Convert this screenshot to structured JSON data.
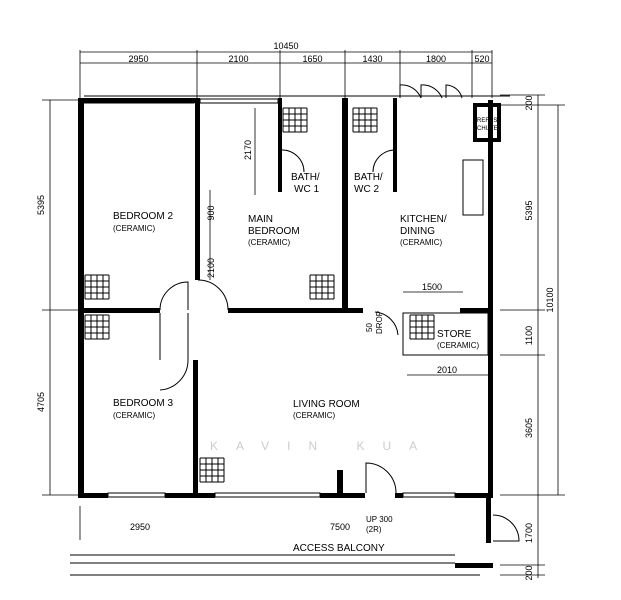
{
  "rooms": {
    "bedroom2": {
      "name": "BEDROOM 2",
      "finish": "(CERAMIC)"
    },
    "main_bedroom": {
      "name_line1": "MAIN",
      "name_line2": "BEDROOM",
      "finish": "(CERAMIC)"
    },
    "bath1": {
      "line1": "BATH/",
      "line2": "WC 1"
    },
    "bath2": {
      "line1": "BATH/",
      "line2": "WC 2"
    },
    "kitchen": {
      "name_line1": "KITCHEN/",
      "name_line2": "DINING",
      "finish": "(CERAMIC)"
    },
    "refuse": {
      "line1": "REFUSE",
      "line2": "CHUTE"
    },
    "store": {
      "name": "STORE",
      "finish": "(CERAMIC)"
    },
    "bedroom3": {
      "name": "BEDROOM 3",
      "finish": "(CERAMIC)"
    },
    "living": {
      "name": "LIVING ROOM",
      "finish": "(CERAMIC)"
    },
    "balcony": {
      "name": "ACCESS BALCONY"
    }
  },
  "annotations": {
    "drop_value": "50",
    "drop_label": "DROP",
    "step_line1": "UP 300",
    "step_line2": "(2R)"
  },
  "dimensions": {
    "top_overall": "10450",
    "top": [
      "2950",
      "2100",
      "1650",
      "1430",
      "1800",
      "520"
    ],
    "left": [
      "5395",
      "4705"
    ],
    "right": [
      "200",
      "5395",
      "1100",
      "3605",
      "1700",
      "200"
    ],
    "right_overall": "10100",
    "bottom": [
      "2950",
      "7500"
    ],
    "interior": [
      "2170",
      "900",
      "2100",
      "1500",
      "2010"
    ]
  },
  "watermark": "KAVIN KUA"
}
